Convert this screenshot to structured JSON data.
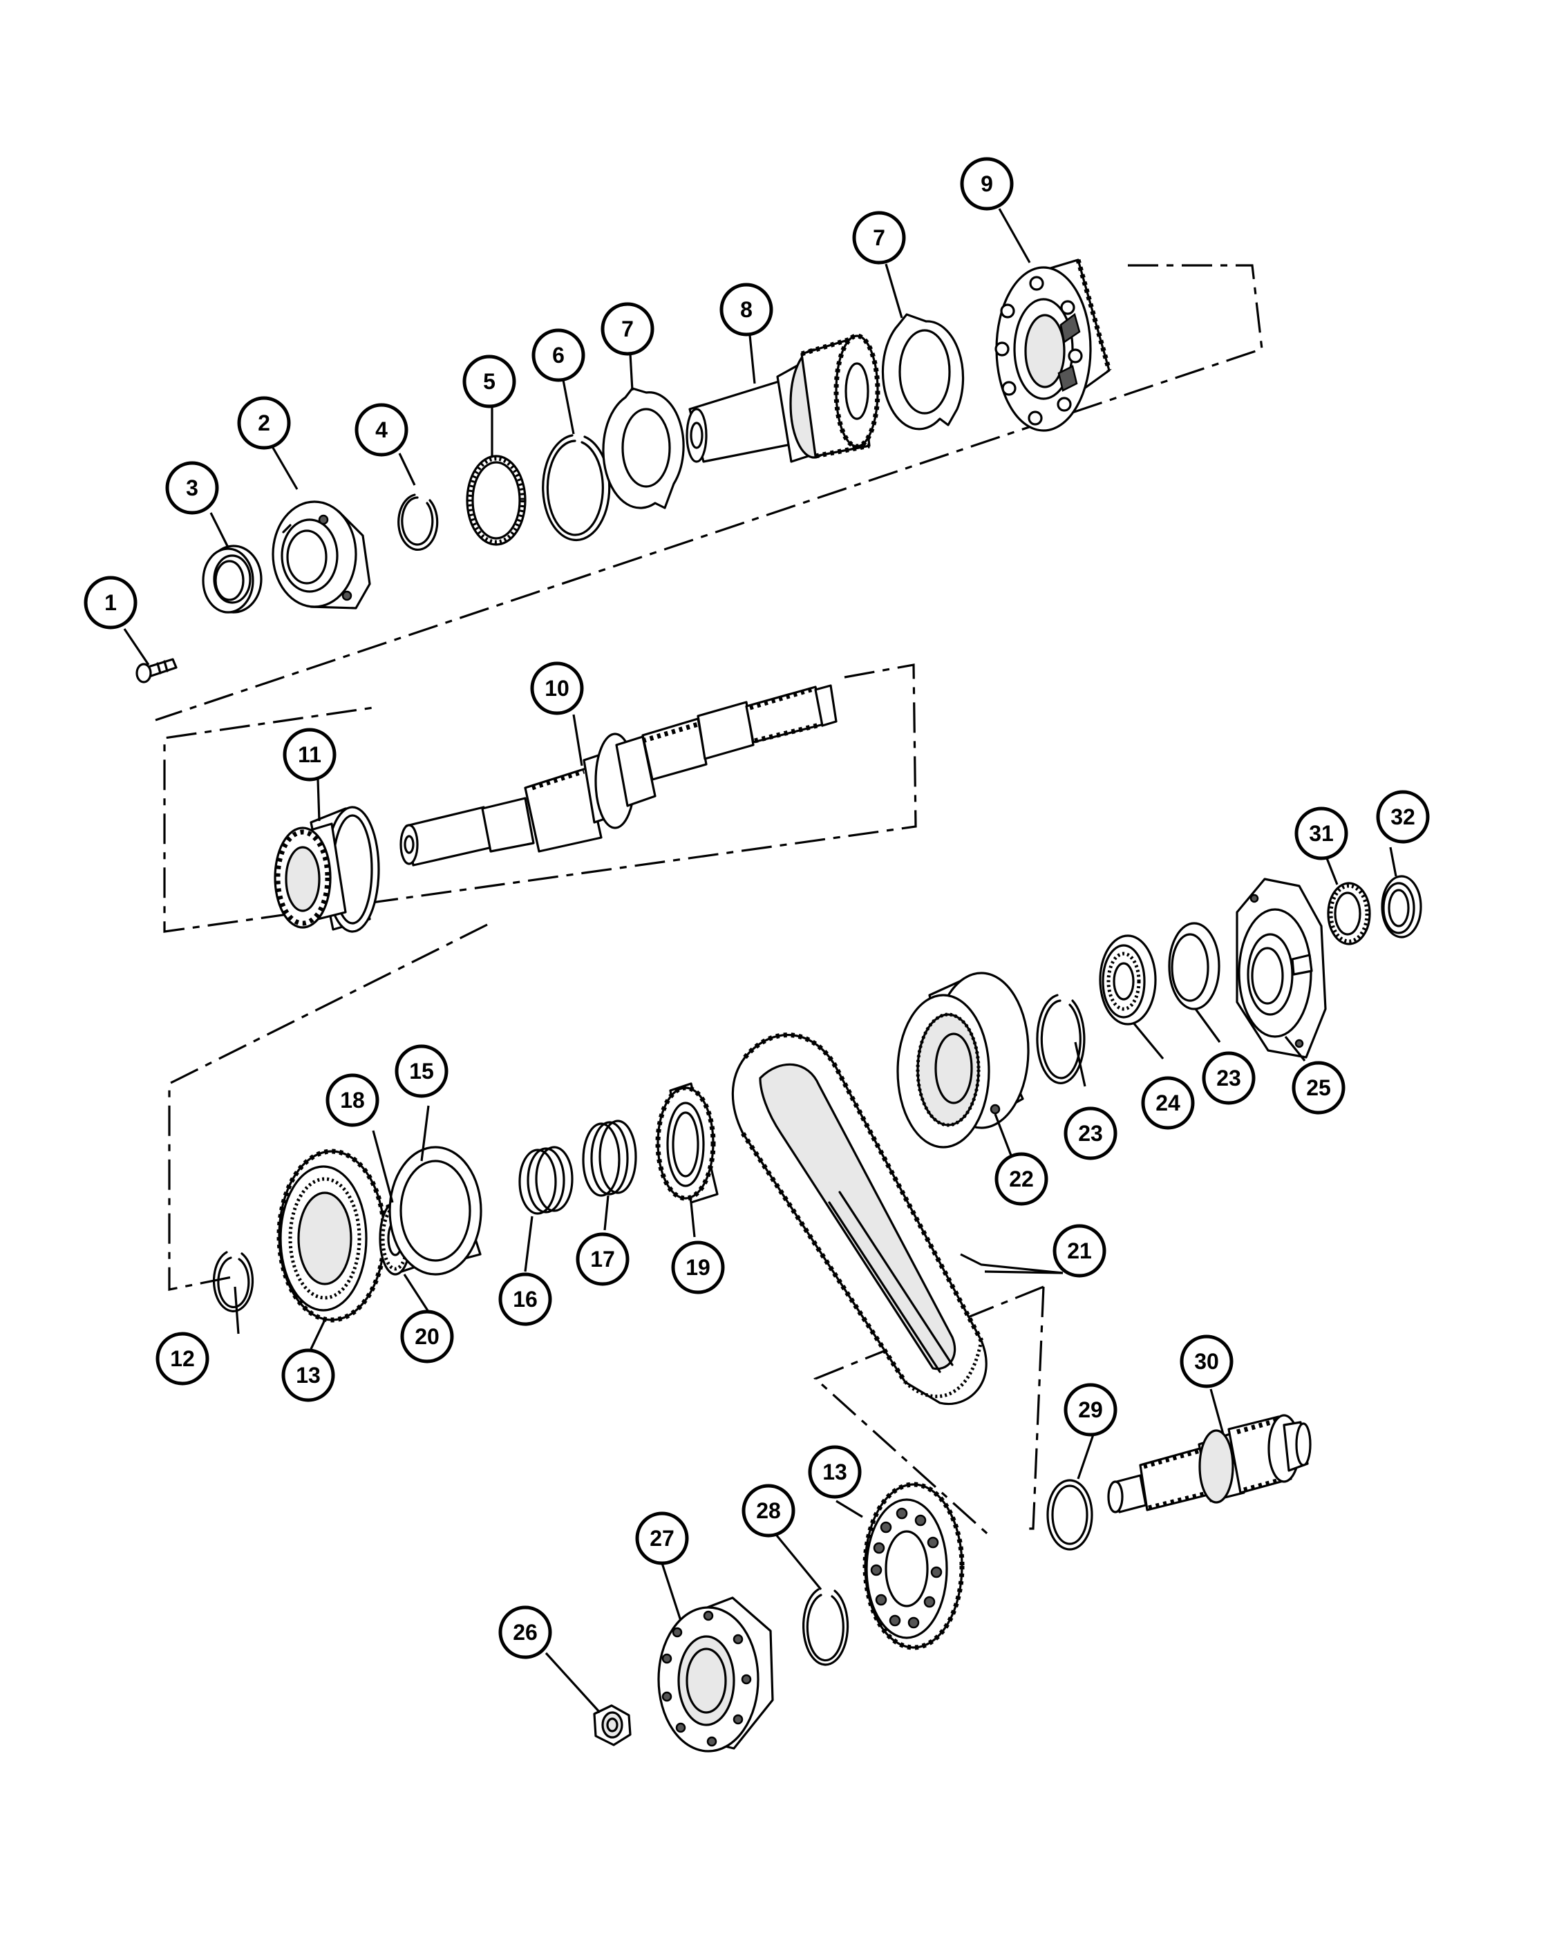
{
  "callouts": {
    "c1": "1",
    "c2": "2",
    "c3": "3",
    "c4": "4",
    "c5": "5",
    "c6": "6",
    "c7a": "7",
    "c7b": "7",
    "c8": "8",
    "c9": "9",
    "c10": "10",
    "c11": "11",
    "c12": "12",
    "c13a": "13",
    "c13b": "13",
    "c15": "15",
    "c16": "16",
    "c17": "17",
    "c18": "18",
    "c19": "19",
    "c20": "20",
    "c21": "21",
    "c22": "22",
    "c23a": "23",
    "c23b": "23",
    "c24": "24",
    "c25": "25",
    "c26": "26",
    "c27": "27",
    "c28": "28",
    "c29": "29",
    "c30": "30",
    "c31": "31",
    "c32": "32"
  },
  "colors": {
    "line": "#000000",
    "background": "#ffffff",
    "badge_fill": "#ffffff"
  }
}
